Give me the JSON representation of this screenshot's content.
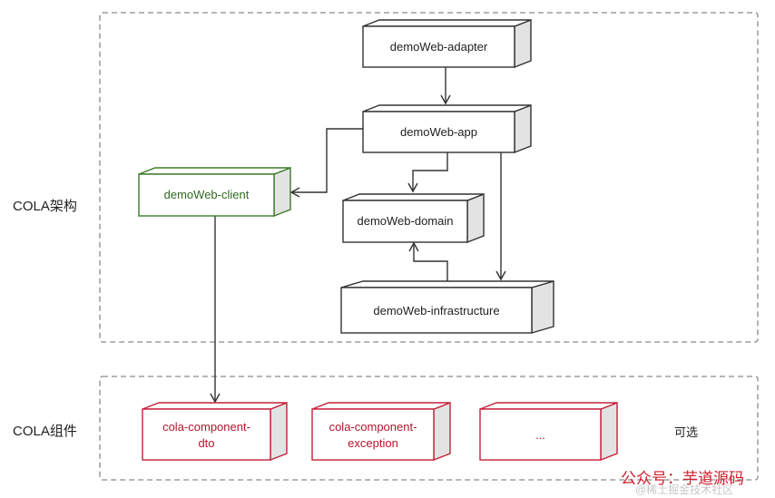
{
  "groups": {
    "architecture": {
      "label": "COLA架构"
    },
    "components": {
      "label": "COLA组件"
    }
  },
  "nodes": {
    "adapter": {
      "label": "demoWeb-adapter"
    },
    "app": {
      "label": "demoWeb-app"
    },
    "client": {
      "label": "demoWeb-client"
    },
    "domain": {
      "label": "demoWeb-domain"
    },
    "infrastructure": {
      "label": "demoWeb-infrastructure"
    },
    "dto": {
      "line1": "cola-component-",
      "line2": "dto"
    },
    "exception": {
      "line1": "cola-component-",
      "line2": "exception"
    },
    "more": {
      "label": "..."
    }
  },
  "optional_note": "可选",
  "watermark": {
    "main": "公众号：芋道源码",
    "sub": "@稀土掘金技术社区"
  },
  "colors": {
    "default_stroke": "#333333",
    "client_stroke": "#3c7a2a",
    "client_text": "#2f6b1f",
    "component_stroke": "#c4213a",
    "component_text": "#b3162c",
    "side_fill": "#e3e3e3",
    "group_border": "#8a8a8a",
    "watermark": "#d0202f"
  }
}
